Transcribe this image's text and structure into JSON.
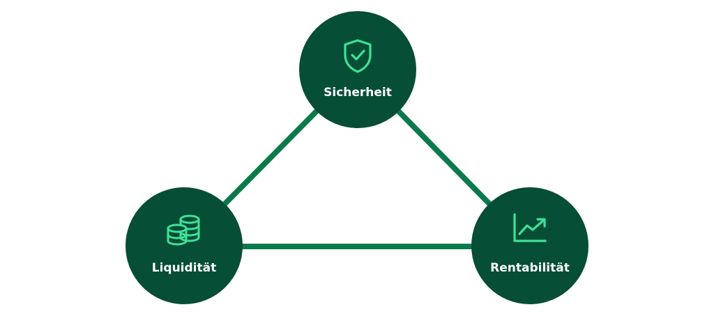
{
  "colors": {
    "background": "#ffffff",
    "node_fill": "#064e35",
    "edge_stroke": "#0a7a4c",
    "icon_stroke": "#3ee29a",
    "label_text": "#ffffff"
  },
  "nodes": [
    {
      "id": "sicherheit",
      "label": "Sicherheit",
      "icon": "shield-check-icon"
    },
    {
      "id": "liquiditaet",
      "label": "Liquidität",
      "icon": "coin-stack-icon"
    },
    {
      "id": "rentabilitaet",
      "label": "Rentabilität",
      "icon": "growth-chart-icon"
    }
  ],
  "edges": [
    {
      "from": "sicherheit",
      "to": "liquiditaet"
    },
    {
      "from": "sicherheit",
      "to": "rentabilitaet"
    },
    {
      "from": "liquiditaet",
      "to": "rentabilitaet"
    }
  ]
}
